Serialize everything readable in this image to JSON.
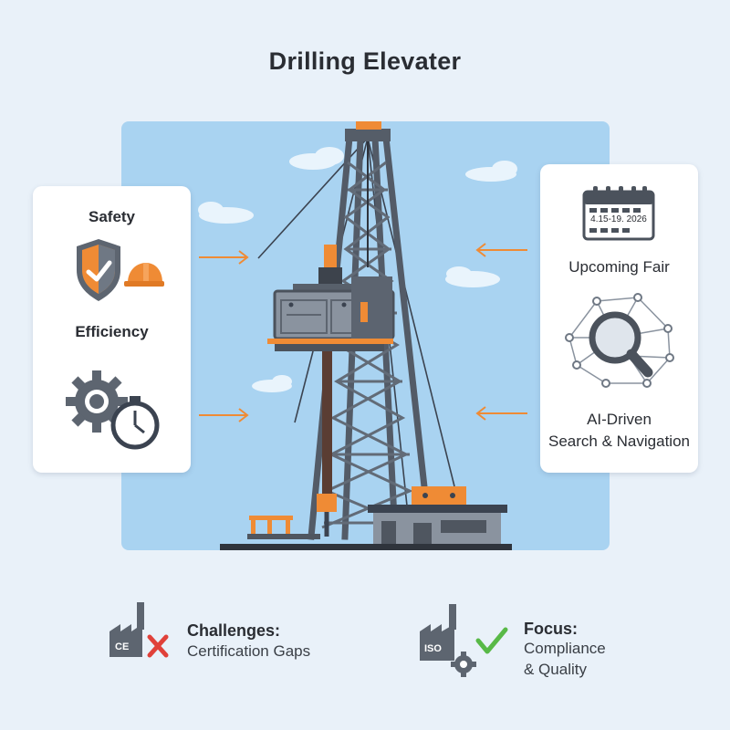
{
  "title": "Drilling Elevater",
  "left_panel": {
    "items": [
      {
        "label": "Safety",
        "icon": "shield-hardhat-icon"
      },
      {
        "label": "Efficiency",
        "icon": "gear-stopwatch-icon"
      }
    ]
  },
  "right_panel": {
    "items": [
      {
        "label": "Upcoming Fair",
        "icon": "calendar-icon",
        "calendar_text": "4.15-19. 2026"
      },
      {
        "label_line1": "AI-Driven",
        "label_line2": "Search & Navigation",
        "icon": "network-magnifier-icon"
      }
    ]
  },
  "bottom": {
    "challenges": {
      "heading": "Challenges:",
      "text": "Certification Gaps",
      "icon": "factory-ce-cross-icon",
      "badge": "CE"
    },
    "focus": {
      "heading": "Focus:",
      "text_line1": "Compliance",
      "text_line2": "& Quality",
      "icon": "factory-iso-check-icon",
      "badge": "ISO"
    }
  },
  "colors": {
    "accent_orange": "#ef8b35",
    "steel": "#5d6570",
    "sky": "#a9d3f1",
    "cross_red": "#e0413a",
    "check_green": "#58b947"
  }
}
